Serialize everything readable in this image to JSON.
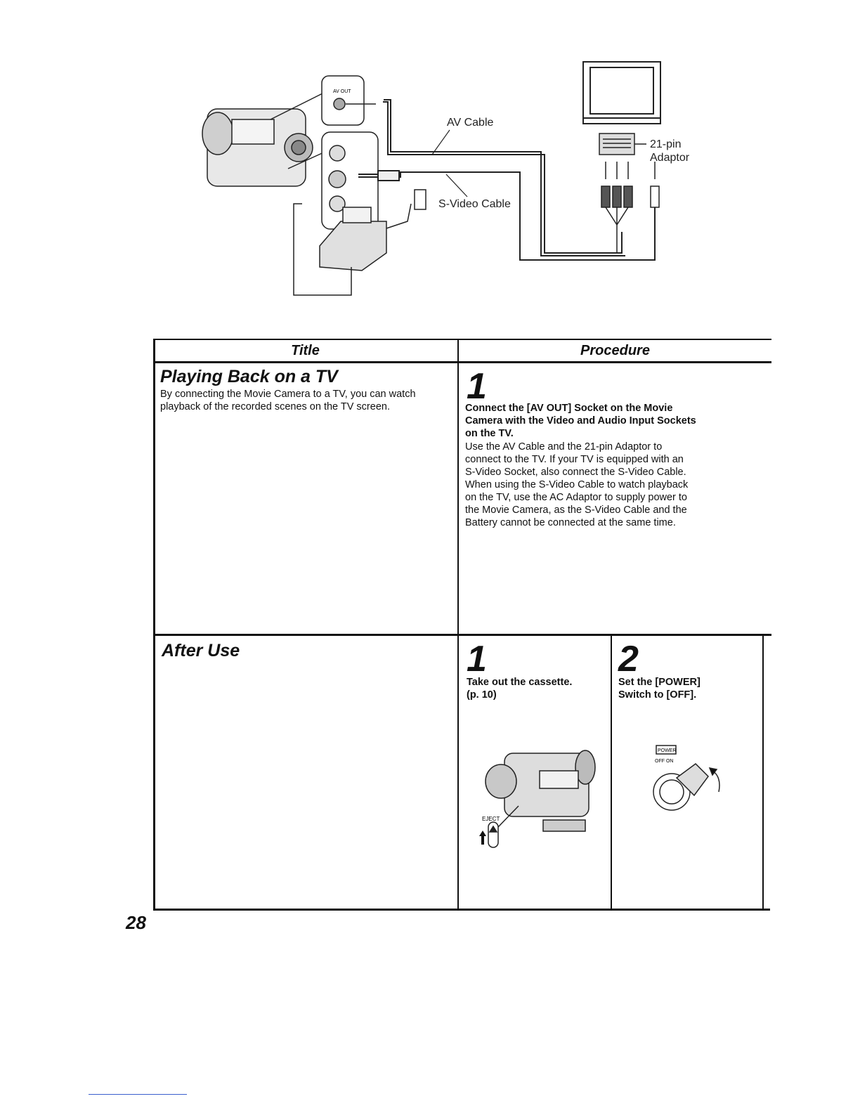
{
  "diagram": {
    "av_cable_label": "AV Cable",
    "svideo_cable_label": "S-Video Cable",
    "adaptor_label_line1": "21-pin",
    "adaptor_label_line2": "Adaptor",
    "av_out_jack_label": "AV OUT",
    "icons": [
      "camcorder-icon",
      "tv-icon",
      "ac-adaptor-icon",
      "scart-adaptor-icon",
      "plug-icon"
    ]
  },
  "table": {
    "title_header": "Title",
    "procedure_header": "Procedure",
    "section1": {
      "title": "Playing Back on a TV",
      "description": "By connecting the Movie Camera to a TV, you can watch playback of the recorded scenes on the TV screen.",
      "step_number": "1",
      "step_heading_lines": [
        "Connect the [AV OUT] Socket on the Movie",
        "Camera with the Video and Audio Input Sockets",
        "on the TV."
      ],
      "step_body_lines": [
        "Use the AV Cable and the 21-pin Adaptor to",
        "connect to the TV. If your TV is equipped with an",
        "S-Video Socket, also connect the S-Video Cable.",
        "When using the S-Video Cable to watch playback",
        "on the TV, use the AC Adaptor to supply power to",
        "the Movie Camera, as the S-Video Cable and the",
        "Battery cannot be connected at the same time."
      ]
    },
    "section2": {
      "title": "After Use",
      "step1_number": "1",
      "step1_lines": [
        "Take out the cassette.",
        "(p. 10)"
      ],
      "step1_eject_label": "EJECT",
      "step2_number": "2",
      "step2_lines": [
        "Set the [POWER]",
        "Switch to [OFF]."
      ],
      "step2_switch_label": "POWER",
      "step2_switch_positions": "OFF ON"
    }
  },
  "page_number": "28"
}
